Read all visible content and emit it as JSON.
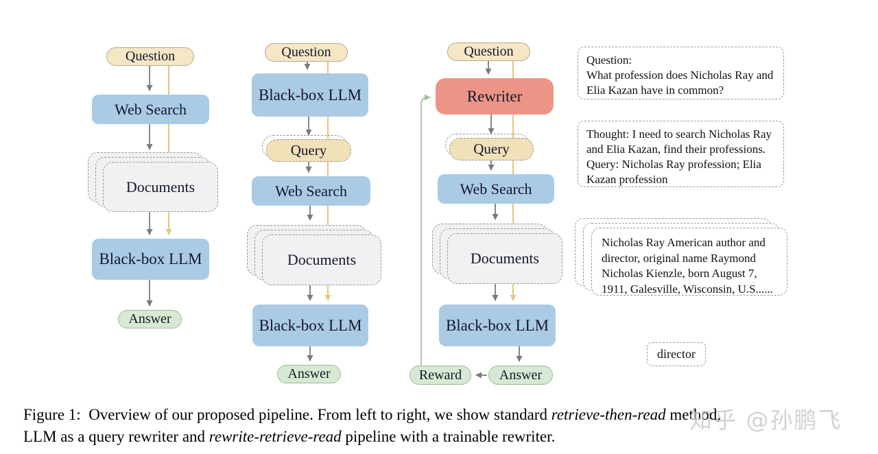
{
  "p1": {
    "question": "Question",
    "web_search": "Web Search",
    "documents": "Documents",
    "llm": "Black-box LLM",
    "answer": "Answer"
  },
  "p2": {
    "question": "Question",
    "llm_top": "Black-box LLM",
    "query": "Query",
    "web_search": "Web Search",
    "documents": "Documents",
    "llm_bottom": "Black-box LLM",
    "answer": "Answer"
  },
  "p3": {
    "question": "Question",
    "rewriter": "Rewriter",
    "query": "Query",
    "web_search": "Web Search",
    "documents": "Documents",
    "llm": "Black-box LLM",
    "reward": "Reward",
    "answer": "Answer"
  },
  "annotations": {
    "question_example": "Question:\nWhat profession does Nicholas Ray and Elia Kazan have in common?",
    "thought_example": "Thought: I need to search Nicholas Ray and Elia Kazan, find their professions.\nQuery: Nicholas Ray profession; Elia Kazan profession",
    "document_example": "Nicholas Ray American author and director, original name Raymond Nicholas Kienzle, born August 7, 1911, Galesville, Wisconsin, U.S......",
    "answer_example": "director"
  },
  "caption": {
    "line1_prefix": "Figure 1:  Overview of our proposed pipeline. From left to right, we show standard ",
    "line1_italic": "retrieve-then-read",
    "line1_suffix": " method,",
    "line2_prefix": "LLM as a query rewriter and ",
    "line2_italic": "rewrite-retrieve-read",
    "line2_suffix": " pipeline with a trainable rewriter."
  },
  "watermark": "知乎 @孙鹏飞",
  "colors": {
    "node_blue": "#abcbe5",
    "node_salmon": "#ec9586",
    "pill_tan": "#f5e7c6",
    "query_tan": "#f1e1b9",
    "documents_gray": "#f1f1f4",
    "pill_green": "#d6e9d2",
    "arrow_gray": "#7a7a7a",
    "line_yellow": "#e2c884",
    "line_green": "#9ebf97"
  }
}
